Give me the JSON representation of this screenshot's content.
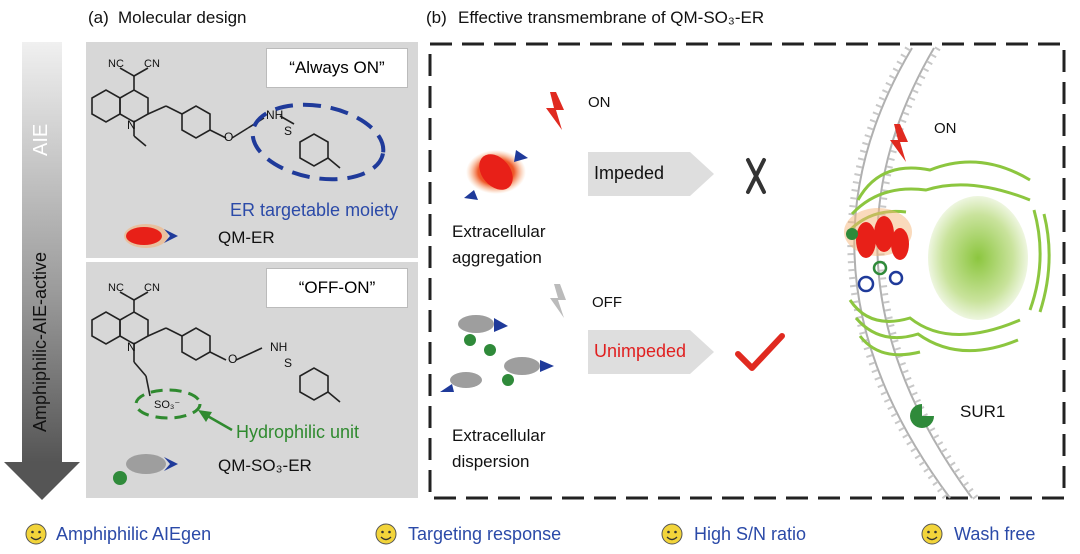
{
  "panel_a": {
    "label": "(a)",
    "title": "Molecular design",
    "box_top": "“Always ON”",
    "box_bottom": "“OFF-ON”",
    "qm_er": "QM-ER",
    "qm_so3_er": "QM-SO₃-ER",
    "er_targetable": "ER targetable moiety",
    "hydrophilic": "Hydrophilic unit",
    "nc": "NC",
    "cn": "CN",
    "n": "N",
    "o": "O",
    "s": "S",
    "h": "H",
    "so3": "SO₃⁻"
  },
  "axis": {
    "aie": "AIE",
    "amphiphilic": "Amphiphilic-AIE-active"
  },
  "panel_b": {
    "label": "(b)",
    "title": "Effective transmembrane of QM-SO₃-ER",
    "on_top": "ON",
    "off": "OFF",
    "on_cell": "ON",
    "impeded": "Impeded",
    "unimpeded": "Unimpeded",
    "extra_agg_1": "Extracellular",
    "extra_agg_2": "aggregation",
    "extra_disp_1": "Extracellular",
    "extra_disp_2": "dispersion",
    "sur1": "SUR1"
  },
  "footer": [
    {
      "label": "Amphiphilic AIEgen"
    },
    {
      "label": "Targeting response"
    },
    {
      "label": "High S/N ratio"
    },
    {
      "label": "Wash free"
    }
  ],
  "colors": {
    "panel_gray": "#d7d7d7",
    "arrow_dark": "#555555",
    "navy": "#1f3a9a",
    "red": "#e02a20",
    "green_cell": "#8cc63f",
    "emoji_yellow": "#f2d43a"
  }
}
